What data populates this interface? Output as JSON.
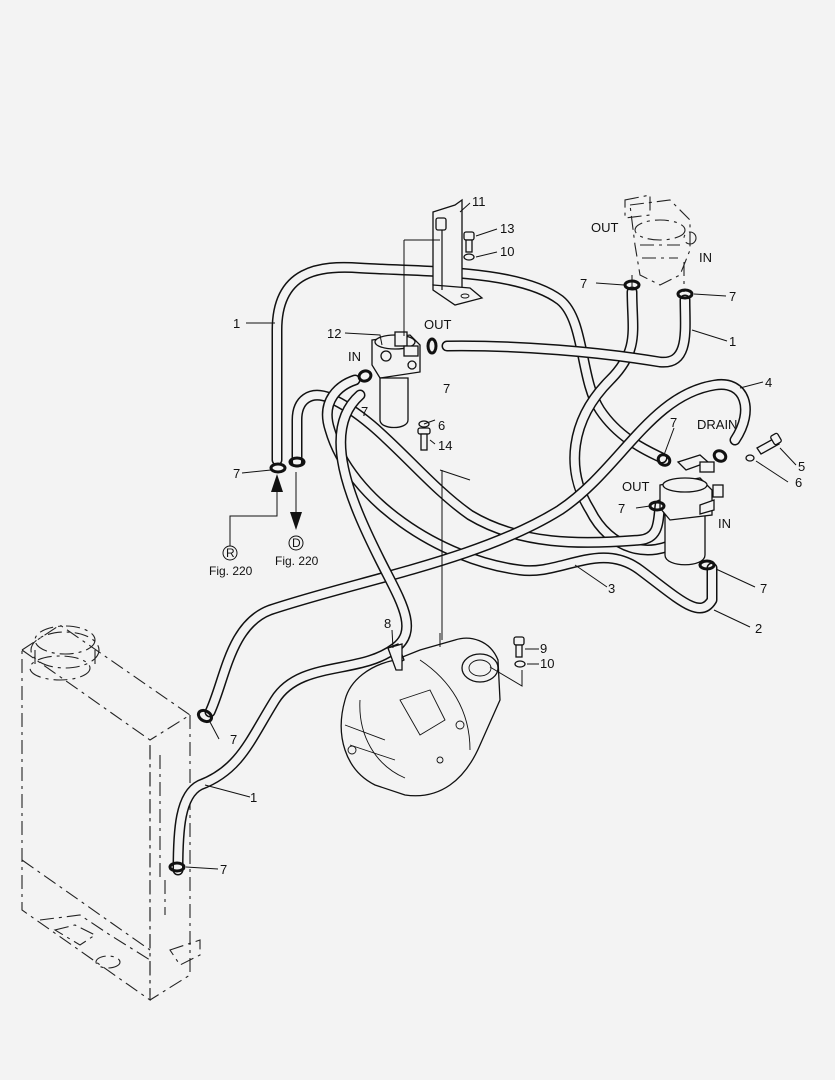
{
  "callouts": {
    "c1a": "1",
    "c1b": "1",
    "c1c": "1",
    "c2": "2",
    "c3": "3",
    "c4": "4",
    "c5": "5",
    "c6a": "6",
    "c6b": "6",
    "c7a": "7",
    "c7b": "7",
    "c7c": "7",
    "c7d": "7",
    "c7e": "7",
    "c7f": "7",
    "c7g": "7",
    "c7h": "7",
    "c7i": "7",
    "c7j": "7",
    "c8": "8",
    "c9": "9",
    "c10a": "10",
    "c10b": "10",
    "c11": "11",
    "c12": "12",
    "c13": "13",
    "c14": "14"
  },
  "port_labels": {
    "out_top": "OUT",
    "in_top": "IN",
    "out_mid": "OUT",
    "in_mid": "IN",
    "drain": "DRAIN",
    "out_right": "OUT",
    "in_right": "IN"
  },
  "references": {
    "r_symbol": "R",
    "d_symbol": "D",
    "fig_left": "Fig. 220",
    "fig_right": "Fig. 220"
  }
}
